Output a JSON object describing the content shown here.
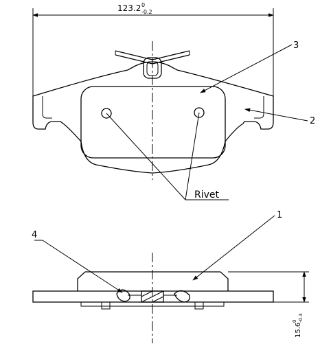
{
  "drawing": {
    "top_dimension": {
      "value": "123.2",
      "tol_upper": "0",
      "tol_lower": "-0.2"
    },
    "side_dimension": {
      "value": "15.6",
      "tol_upper": "0",
      "tol_lower": "-0.3"
    },
    "callouts": {
      "c1": "1",
      "c2": "2",
      "c3": "3",
      "c4": "4",
      "rivet": "Rivet"
    }
  }
}
